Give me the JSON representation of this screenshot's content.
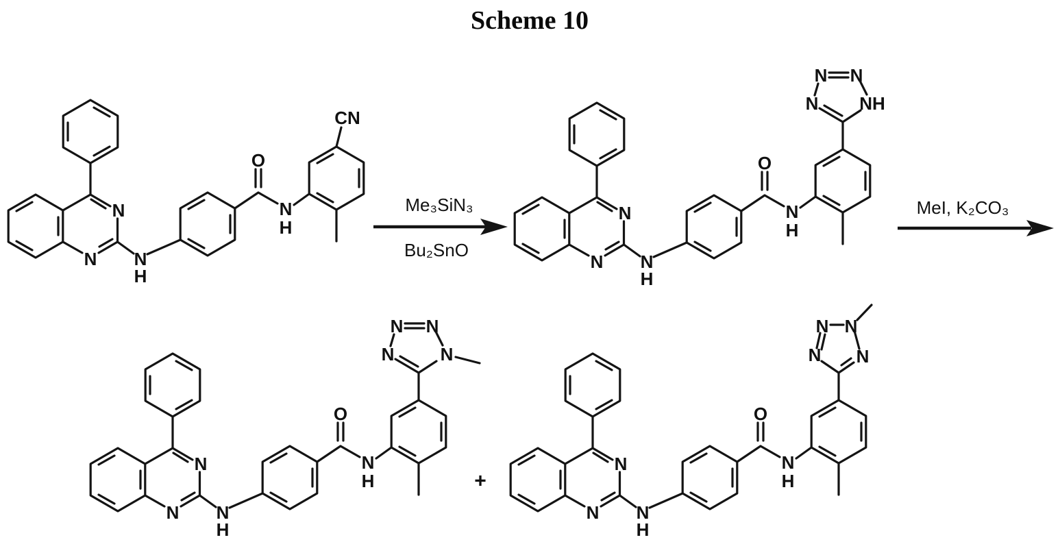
{
  "title": "Scheme 10",
  "plus_sign": "+",
  "atom_labels": {
    "nitrogen": "N",
    "nh": "NH",
    "hydrogen": "H",
    "oxygen": "O",
    "nitrile": "CN"
  },
  "reagents": {
    "step1_line1": "Me₃SiN₃",
    "step1_line2": "Bu₂SnO",
    "step2": "MeI, K₂CO₃"
  },
  "colors": {
    "ink": "#141414",
    "background": "#ffffff"
  }
}
